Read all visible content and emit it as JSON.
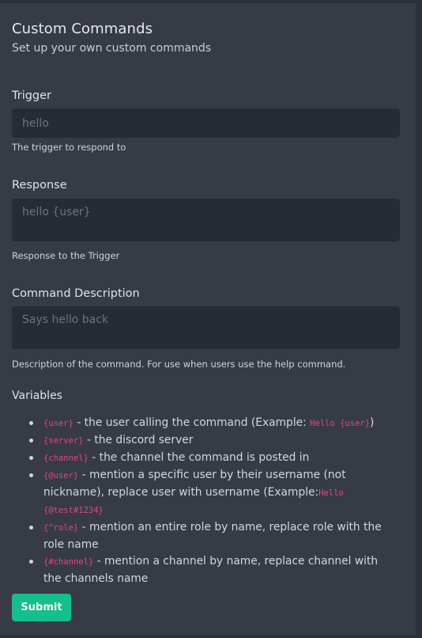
{
  "header": {
    "title": "Custom Commands",
    "subtitle": "Set up your own custom commands"
  },
  "form": {
    "trigger": {
      "label": "Trigger",
      "placeholder": "hello",
      "help": "The trigger to respond to"
    },
    "response": {
      "label": "Response",
      "placeholder": "hello {user}",
      "help": "Response to the Trigger"
    },
    "description": {
      "label": "Command Description",
      "placeholder": "Says hello back",
      "help": "Description of the command. For use when users use the help command."
    },
    "submit_label": "Submit"
  },
  "variables": {
    "title": "Variables",
    "items": [
      {
        "code": "{user}",
        "text": " - the user calling the command (Example: ",
        "example": "Hello {user}",
        "tail": ")"
      },
      {
        "code": "{server}",
        "text": " - the discord server",
        "example": "",
        "tail": ""
      },
      {
        "code": "{channel}",
        "text": " - the channel the command is posted in",
        "example": "",
        "tail": ""
      },
      {
        "code": "{@user}",
        "text": " - mention a specific user by their username (not nickname), replace user with username (Example:",
        "example": "Hello {@test#1234}",
        "tail": ""
      },
      {
        "code": "{^role}",
        "text": " - mention an entire role by name, replace role with the role name",
        "example": "",
        "tail": ""
      },
      {
        "code": "{#channel}",
        "text": " - mention a channel by name, replace channel with the channels name",
        "example": "",
        "tail": ""
      }
    ]
  },
  "colors": {
    "background": "#2a2f39",
    "panel": "#363b46",
    "input": "#272b35",
    "accent": "#13bf8a",
    "code": "#e0468a"
  }
}
